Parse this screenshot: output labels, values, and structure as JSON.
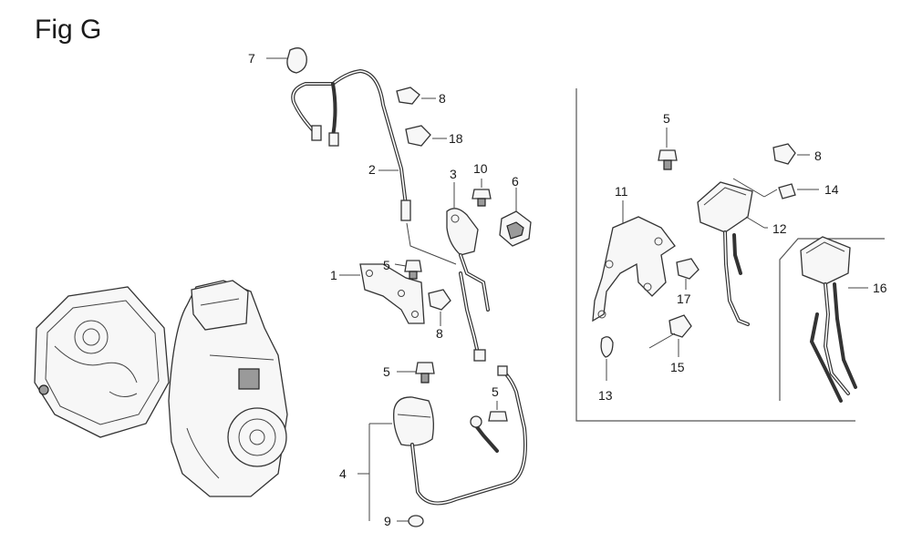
{
  "figure": {
    "title": "Fig G"
  },
  "callouts": [
    "7",
    "8",
    "18",
    "2",
    "10",
    "3",
    "6",
    "5",
    "1",
    "8",
    "5",
    "4",
    "5",
    "9",
    "5",
    "11",
    "8",
    "14",
    "12",
    "17",
    "16",
    "15",
    "13"
  ]
}
